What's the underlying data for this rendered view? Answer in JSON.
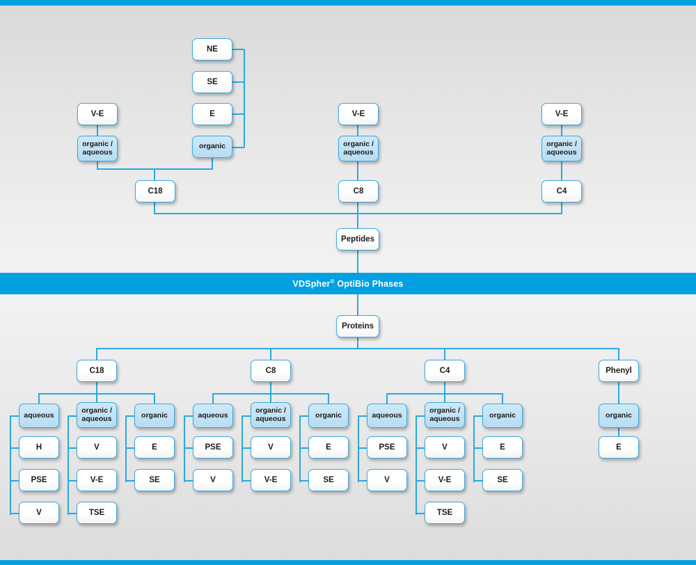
{
  "banner": {
    "brand": "VDSpher",
    "registered": "®",
    "rest": " OptiBio Phases",
    "full_text": "VDSpher® OptiBio Phases",
    "background": "#00a0e1",
    "text_color": "#ffffff"
  },
  "theme": {
    "accent": "#00a0e1",
    "line": "#29a8e0",
    "node_border": "#3aa9e0",
    "node_fill_plain": "#ffffff",
    "node_fill_highlight": "#c2e2f5",
    "page_background": "#e9e9e9"
  },
  "chart_data": {
    "type": "diagram",
    "title": "VDSpher® OptiBio Phases",
    "description": "Two mirrored hierarchy trees of chromatography phases. Upper tree: Peptides. Lower tree: Proteins.",
    "trees": [
      {
        "root": "Peptides",
        "branches": [
          {
            "name": "C18",
            "modes": [
              {
                "mode": "organic / aqueous",
                "items": [
                  "V-E"
                ]
              },
              {
                "mode": "organic",
                "items": [
                  "NE",
                  "SE",
                  "E"
                ]
              }
            ]
          },
          {
            "name": "C8",
            "modes": [
              {
                "mode": "organic / aqueous",
                "items": [
                  "V-E"
                ]
              }
            ]
          },
          {
            "name": "C4",
            "modes": [
              {
                "mode": "organic / aqueous",
                "items": [
                  "V-E"
                ]
              }
            ]
          }
        ]
      },
      {
        "root": "Proteins",
        "branches": [
          {
            "name": "C18",
            "modes": [
              {
                "mode": "aqueous",
                "items": [
                  "H",
                  "PSE",
                  "V"
                ]
              },
              {
                "mode": "organic / aqueous",
                "items": [
                  "V",
                  "V-E",
                  "TSE"
                ]
              },
              {
                "mode": "organic",
                "items": [
                  "E",
                  "SE"
                ]
              }
            ]
          },
          {
            "name": "C8",
            "modes": [
              {
                "mode": "aqueous",
                "items": [
                  "PSE",
                  "V"
                ]
              },
              {
                "mode": "organic / aqueous",
                "items": [
                  "V",
                  "V-E"
                ]
              },
              {
                "mode": "organic",
                "items": [
                  "E",
                  "SE"
                ]
              }
            ]
          },
          {
            "name": "C4",
            "modes": [
              {
                "mode": "aqueous",
                "items": [
                  "PSE",
                  "V"
                ]
              },
              {
                "mode": "organic / aqueous",
                "items": [
                  "V",
                  "V-E",
                  "TSE"
                ]
              },
              {
                "mode": "organic",
                "items": [
                  "E",
                  "SE"
                ]
              }
            ]
          },
          {
            "name": "Phenyl",
            "modes": [
              {
                "mode": "organic",
                "items": [
                  "E"
                ]
              }
            ]
          }
        ]
      }
    ]
  },
  "top": {
    "ne": "NE",
    "se": "SE",
    "e": "E",
    "organic": "organic",
    "ve_c18": "V-E",
    "orgaq_c18": "organic /\naqueous",
    "c18": "C18",
    "ve_c8": "V-E",
    "orgaq_c8": "organic /\naqueous",
    "c8": "C8",
    "ve_c4": "V-E",
    "orgaq_c4": "organic /\naqueous",
    "c4": "C4",
    "peptides": "Peptides"
  },
  "bottom": {
    "proteins": "Proteins",
    "c18": {
      "title": "C18",
      "aqueous": "aqueous",
      "aq_items": [
        "H",
        "PSE",
        "V"
      ],
      "orgaq": "organic /\naqueous",
      "orgaq_items": [
        "V",
        "V-E",
        "TSE"
      ],
      "organic": "organic",
      "org_items": [
        "E",
        "SE"
      ]
    },
    "c8": {
      "title": "C8",
      "aqueous": "aqueous",
      "aq_items": [
        "PSE",
        "V"
      ],
      "orgaq": "organic /\naqueous",
      "orgaq_items": [
        "V",
        "V-E"
      ],
      "organic": "organic",
      "org_items": [
        "E",
        "SE"
      ]
    },
    "c4": {
      "title": "C4",
      "aqueous": "aqueous",
      "aq_items": [
        "PSE",
        "V"
      ],
      "orgaq": "organic /\naqueous",
      "orgaq_items": [
        "V",
        "V-E",
        "TSE"
      ],
      "organic": "organic",
      "org_items": [
        "E",
        "SE"
      ]
    },
    "phenyl": {
      "title": "Phenyl",
      "organic": "organic",
      "org_items": [
        "E"
      ]
    }
  }
}
